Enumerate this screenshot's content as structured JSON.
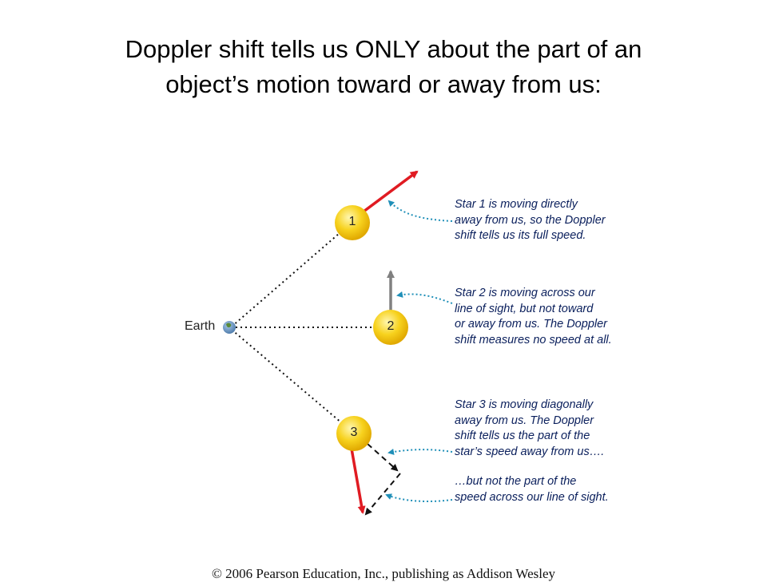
{
  "title": {
    "line1": "Doppler shift tells us ONLY about the part of an",
    "line2": "object’s motion toward or away from us:"
  },
  "earth": {
    "label": "Earth"
  },
  "stars": [
    {
      "label": "1"
    },
    {
      "label": "2"
    },
    {
      "label": "3"
    }
  ],
  "annotations": {
    "star1": [
      "Star 1 is moving directly",
      "away from us, so the Doppler",
      "shift tells us its full speed."
    ],
    "star2": [
      "Star 2 is moving across our",
      "line of sight, but not toward",
      "or away from us. The Doppler",
      "shift measures no speed at all."
    ],
    "star3a": [
      "Star 3 is moving diagonally",
      "away from us. The Doppler",
      "shift tells us the part of the",
      "star’s speed away from us…."
    ],
    "star3b": [
      "…but not the part of the",
      "speed across our line of sight."
    ]
  },
  "copyright": "© 2006 Pearson Education, Inc., publishing as Addison Wesley",
  "colors": {
    "star_fill": "#f7d21e",
    "velocity_arrow": "#e01b22",
    "transverse_arrow": "#808080",
    "pointer": "#1f8fb8",
    "annotation_text": "#0a1f5c"
  }
}
